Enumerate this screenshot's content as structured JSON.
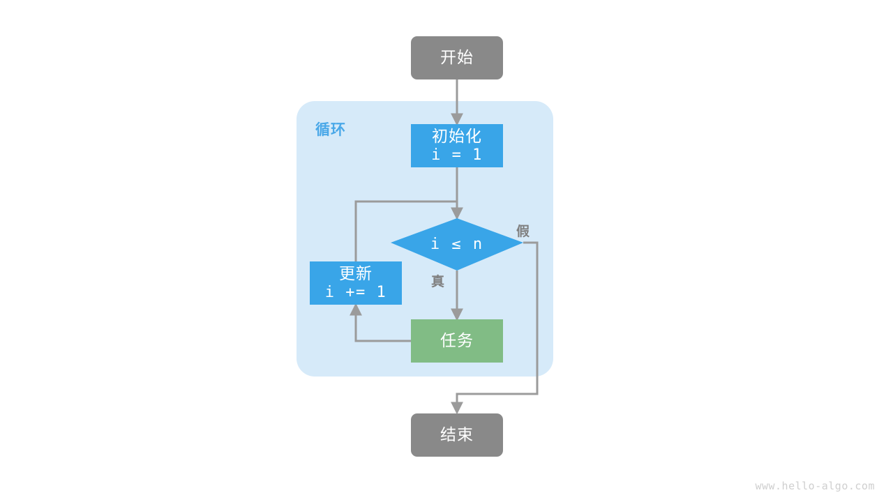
{
  "diagram": {
    "title_watermark": "www.hello-algo.com",
    "background_color": "#ffffff",
    "container": {
      "label": "循环",
      "fill": "#d6eaf9",
      "label_color": "#4aa8e8"
    },
    "colors": {
      "terminator": "#898989",
      "process_blue": "#39a5e8",
      "process_green": "#81bc85",
      "edge": "#9b9b9b",
      "edge_label": "#7f7f7f",
      "node_text": "#ffffff"
    },
    "nodes": {
      "start": {
        "label": "开始",
        "shape": "rounded-rect",
        "color": "#898989"
      },
      "init": {
        "label_line1": "初始化",
        "label_line2": "i = 1",
        "shape": "rect",
        "color": "#39a5e8"
      },
      "condition": {
        "label": "i ≤ n",
        "shape": "diamond",
        "color": "#39a5e8"
      },
      "update": {
        "label_line1": "更新",
        "label_line2": "i += 1",
        "shape": "rect",
        "color": "#39a5e8"
      },
      "task": {
        "label": "任务",
        "shape": "rect",
        "color": "#81bc85"
      },
      "end": {
        "label": "结束",
        "shape": "rounded-rect",
        "color": "#898989"
      }
    },
    "edge_labels": {
      "true_branch": "真",
      "false_branch": "假"
    }
  }
}
